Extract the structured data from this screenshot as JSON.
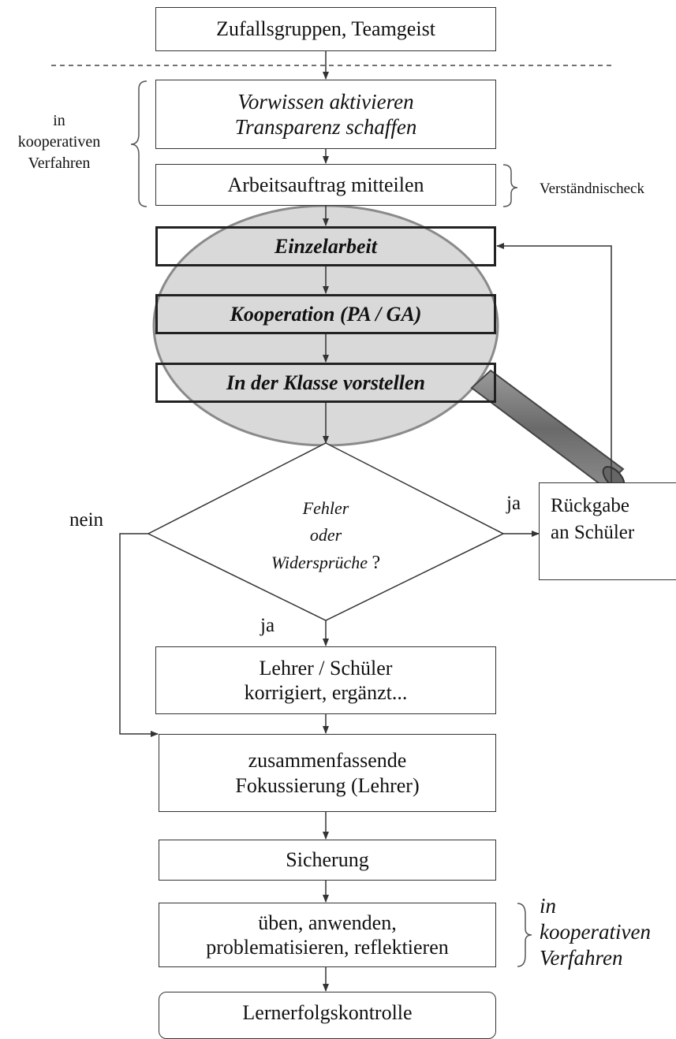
{
  "nodes": {
    "zufall": "Zufallsgruppen, Teamgeist",
    "vorwissen_l1": "Vorwissen aktivieren",
    "vorwissen_l2": "Transparenz schaffen",
    "arbeitsauftrag": "Arbeitsauftrag mitteilen",
    "einzelarbeit": "Einzelarbeit",
    "kooperation": "Kooperation (PA / GA)",
    "vorstellen": "In der Klasse vorstellen",
    "decision_l1": "Fehler",
    "decision_l2": "oder",
    "decision_l3": "Widersprüche",
    "decision_q": "?",
    "rueckgabe_l1": "Rückgabe",
    "rueckgabe_l2": "an Schüler",
    "lehrer_l1": "Lehrer / Schüler",
    "lehrer_l2": "korrigiert, ergänzt...",
    "fokus_l1": "zusammenfassende",
    "fokus_l2": "Fokussierung (Lehrer)",
    "sicherung": "Sicherung",
    "ueben_l1": "üben, anwenden,",
    "ueben_l2": "problematisieren, reflektieren",
    "lernerfolg": "Lernerfolgskontrolle"
  },
  "labels": {
    "in_koop_top_l1": "in",
    "in_koop_top_l2": "kooperativen",
    "in_koop_top_l3": "Verfahren",
    "verstaendnischeck": "Verständnischeck",
    "ja_right": "ja",
    "nein_left": "nein",
    "ja_down": "ja",
    "in_koop_bottom_l1": "in",
    "in_koop_bottom_l2": "kooperativen",
    "in_koop_bottom_l3": "Verfahren"
  },
  "colors": {
    "lens_fill": "#d9d9d9",
    "lens_rim": "#8a8a8a",
    "handle": "#7a7a7a"
  }
}
